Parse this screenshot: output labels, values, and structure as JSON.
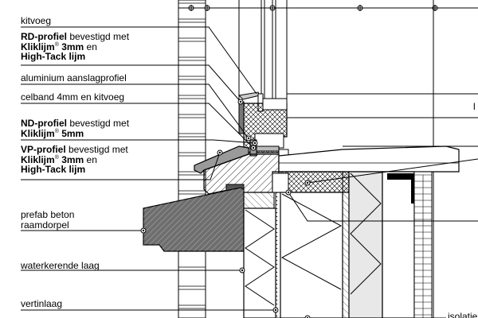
{
  "labels": {
    "kitvoeg": "kitvoeg",
    "rd_profiel": {
      "l1": "RD-profiel",
      "l1_rest": " bevestigd met",
      "l2": "Kliklijm",
      "reg": "®",
      "l2_rest": " 3mm",
      "l2_tail": " en",
      "l3": "High-Tack lijm"
    },
    "aluminium": "aluminium aanslagprofiel",
    "celband": "celband 4mm en kitvoeg",
    "nd_profiel": {
      "l1": "ND-profiel",
      "l1_rest": " bevestigd met",
      "l2": "Kliklijm",
      "reg": "®",
      "l2_rest": " 5mm"
    },
    "vp_profiel": {
      "l1": "VP-profiel",
      "l1_rest": " bevestigd met",
      "l2": "Kliklijm",
      "reg": "®",
      "l2_rest": " 3mm",
      "l2_tail": " en",
      "l3": "High-Tack lijm"
    },
    "prefab": {
      "l1": "prefab beton",
      "l2": "raamdorpel"
    },
    "waterkerende": "waterkerende laag",
    "vertinlaag": "vertinlaag",
    "right_fragment": "l",
    "bottom_fragment": "isolatie"
  },
  "colors": {
    "line": "#000000",
    "sill": "#6e6e6e",
    "profile": "#9a9a9a",
    "insulation": "#e8e8e8",
    "hatch": "#444444",
    "background": "#ffffff"
  }
}
